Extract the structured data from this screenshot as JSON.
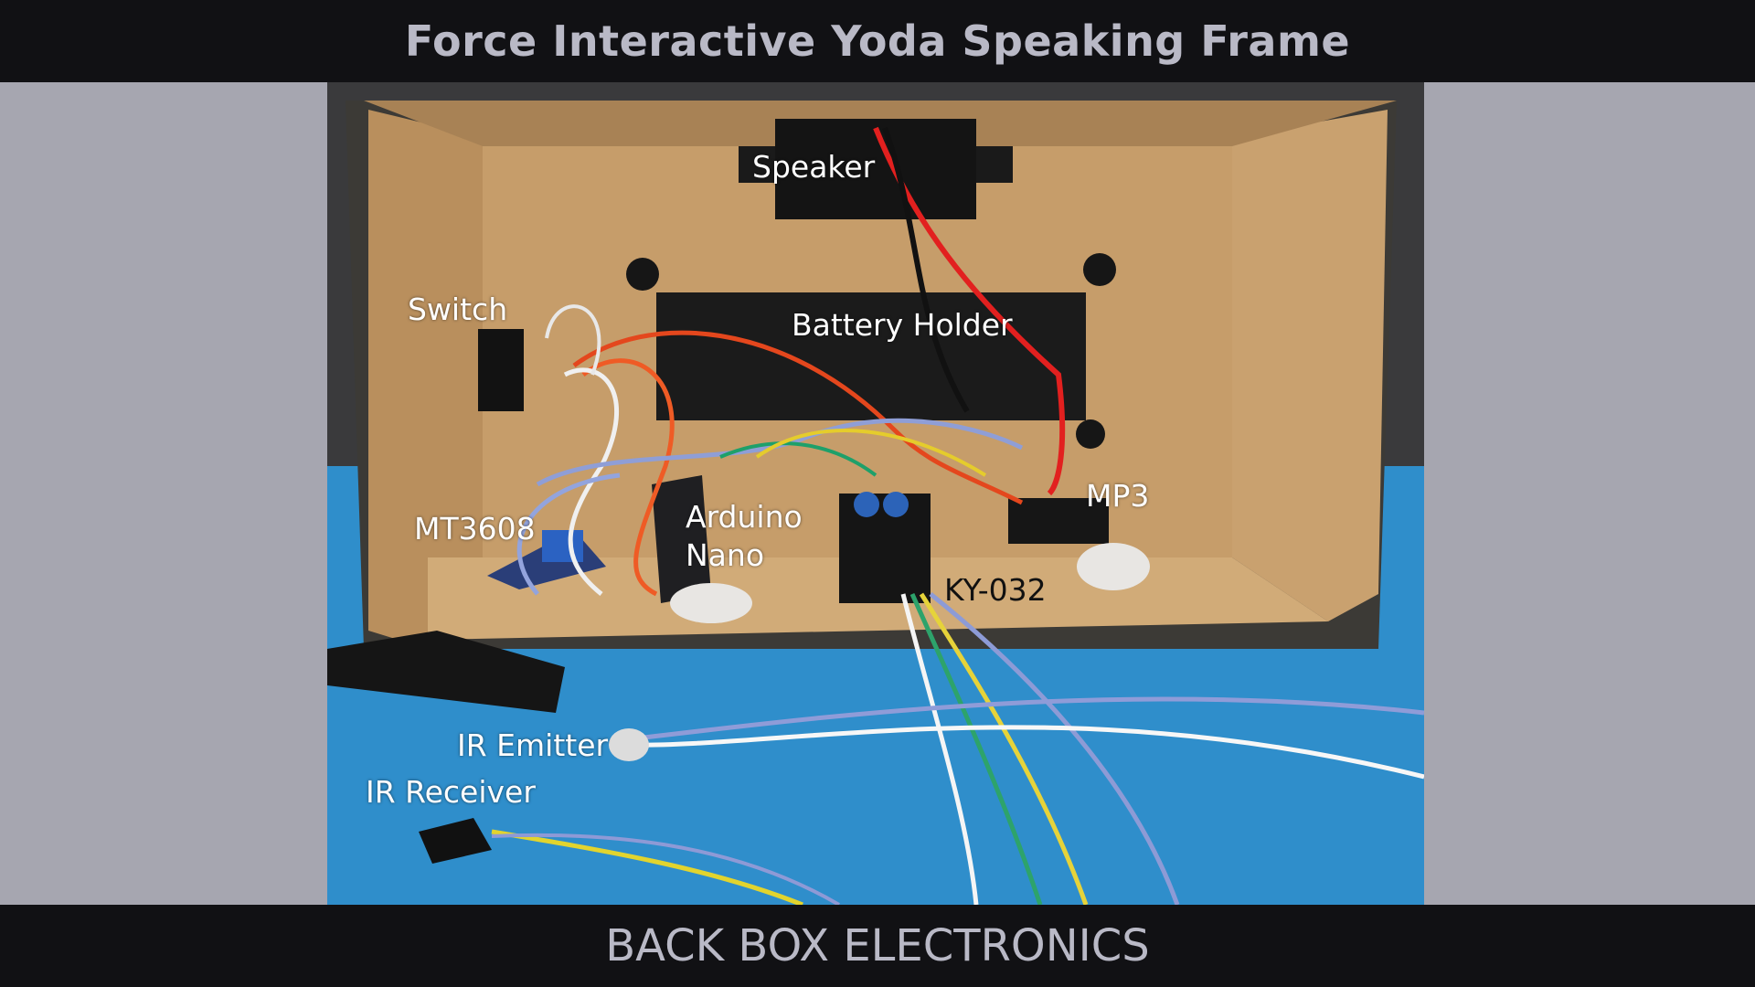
{
  "header": {
    "title": "Force Interactive Yoda Speaking Frame"
  },
  "footer": {
    "subtitle": "BACK BOX ELECTRONICS"
  },
  "photo": {
    "labels": {
      "speaker": "Speaker",
      "switch": "Switch",
      "battery_holder": "Battery Holder",
      "mp3": "MP3",
      "arduino_line1": "Arduino",
      "arduino_line2": "Nano",
      "mt3608": "MT3608",
      "ky032": "KY-032",
      "ir_emitter": "IR Emitter",
      "ir_receiver": "IR Receiver"
    }
  }
}
